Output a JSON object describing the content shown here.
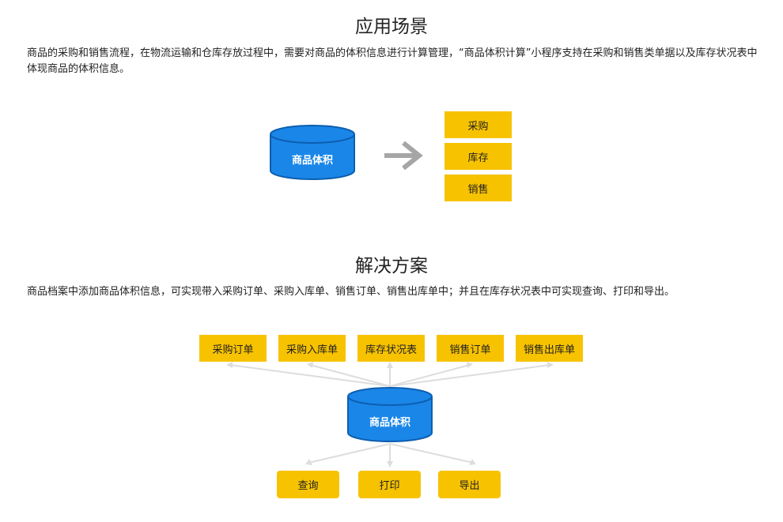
{
  "section1": {
    "title": "应用场景",
    "description": "商品的采购和销售流程，在物流运输和仓库存放过程中，需要对商品的体积信息进行计算管理，“商品体积计算”小程序支持在采购和销售类单据以及库存状况表中体现商品的体积信息。",
    "cylinder_label": "商品体积",
    "targets": [
      "采购",
      "库存",
      "销售"
    ]
  },
  "section2": {
    "title": "解决方案",
    "description": "商品档案中添加商品体积信息，可实现带入采购订单、采购入库单、销售订单、销售出库单中；并且在库存状况表中可实现查询、打印和导出。",
    "cylinder_label": "商品体积",
    "documents": [
      "采购订单",
      "采购入库单",
      "库存状况表",
      "销售订单",
      "销售出库单"
    ],
    "actions": [
      "查询",
      "打印",
      "导出"
    ]
  },
  "colors": {
    "box_fill": "#f7c200",
    "cylinder_fill": "#1a86e8",
    "cylinder_stroke": "#0d5fb0",
    "arrow": "#a6a6a6",
    "connector": "#dddddd"
  }
}
